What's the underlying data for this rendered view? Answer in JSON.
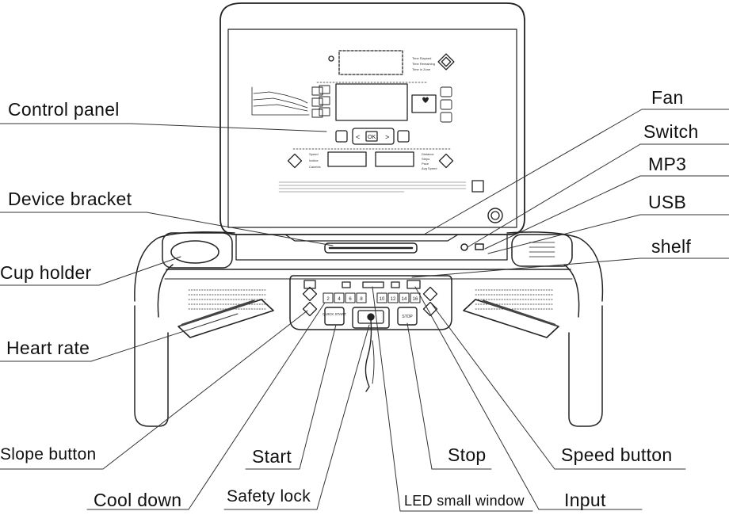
{
  "labels": {
    "control_panel": "Control panel",
    "fan": "Fan",
    "switch": "Switch",
    "mp3": "MP3",
    "usb": "USB",
    "device_bracket": "Device bracket",
    "shelf": "shelf",
    "cup_holder": "Cup holder",
    "heart_rate": "Heart rate",
    "slope_button": "Slope button",
    "start": "Start",
    "stop": "Stop",
    "speed_button": "Speed button",
    "cool_down": "Cool down",
    "safety_lock": "Safety lock",
    "led_small_window": "LED small window",
    "input": "Input"
  },
  "console": {
    "ok": "OK",
    "quick_start": "QUICK START",
    "stop": "STOP",
    "quick_keys": [
      "2",
      "4",
      "6",
      "8",
      "10",
      "12",
      "14",
      "16"
    ],
    "right_readouts": [
      "Distance",
      "Steps",
      "Pace",
      "Avg Speed"
    ],
    "left_readouts": [
      "Speed",
      "Incline",
      "Calories"
    ],
    "top_readouts": [
      "Time Elapsed",
      "Time Remaining",
      "Time in Zone"
    ]
  }
}
